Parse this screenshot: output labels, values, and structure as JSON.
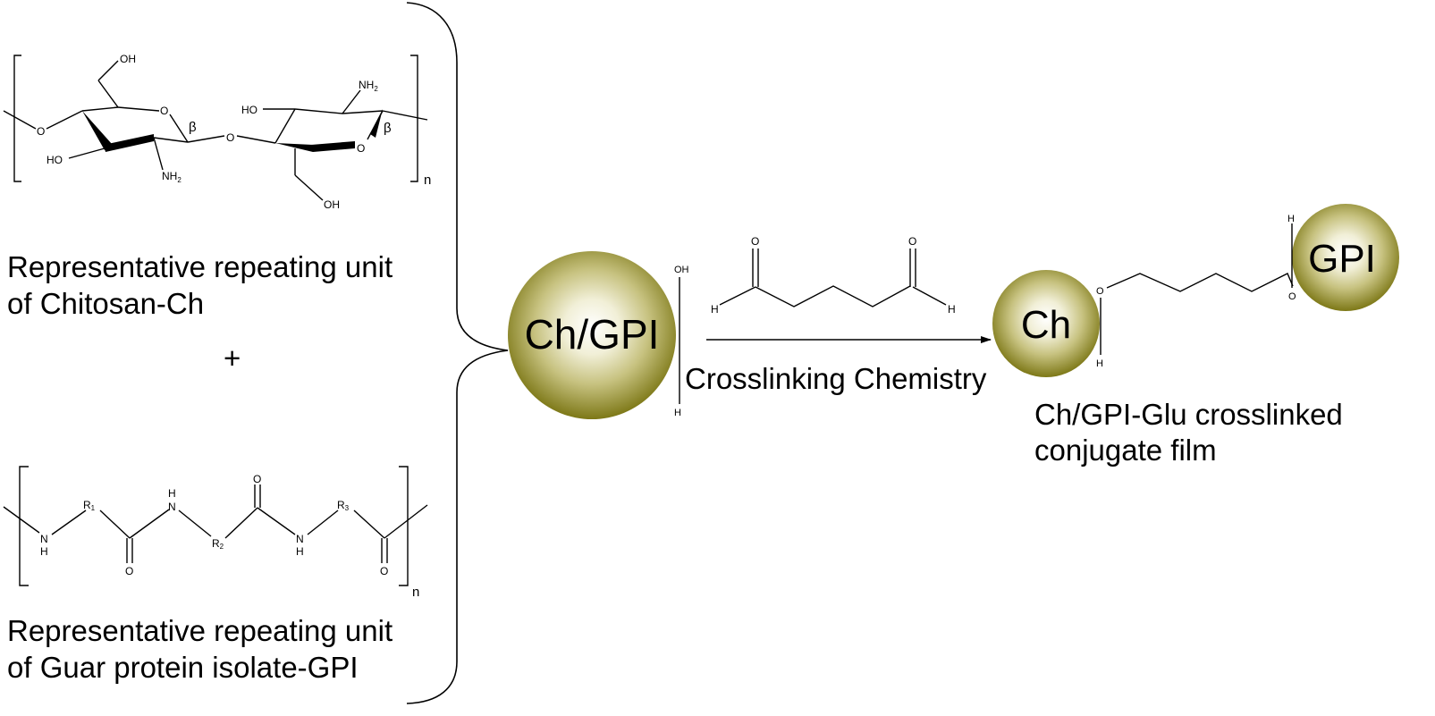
{
  "captions": {
    "chitosan": [
      "Representative repeating unit",
      "of Chitosan-Ch"
    ],
    "plus": "+",
    "gpi": [
      "Representative repeating unit",
      "of Guar protein isolate-GPI"
    ],
    "reaction": "Crosslinking Chemistry",
    "product": [
      "Ch/GPI-Glu crosslinked",
      "conjugate film"
    ]
  },
  "chitosan_structure": {
    "oh_top": "OH",
    "oh_left": "HO",
    "nh2_bottom": "NH2",
    "ring_o_1": "O",
    "link_o_left": "O",
    "beta_1": "β",
    "link_o_mid": "O",
    "ho_right": "HO",
    "nh2_top": "NH2",
    "ring_o_2": "O",
    "beta_2": "β",
    "oh_bottom": "OH",
    "repeat": "n"
  },
  "gpi_structure": {
    "nh_1": "N",
    "h_1": "H",
    "r1": "R1",
    "o_1": "O",
    "h_2": "H",
    "nh_2": "N",
    "r2": "R2",
    "o_2": "O",
    "nh_3": "N",
    "h_3": "H",
    "r3": "R3",
    "o_3": "O",
    "repeat": "n"
  },
  "blend": {
    "label": "Ch/GPI",
    "oh": "OH",
    "h": "H",
    "ball_color": "#8a8520"
  },
  "glutaraldehyde": {
    "o_left": "O",
    "h_left": "H",
    "o_right": "O",
    "h_right": "H"
  },
  "product": {
    "ch_label": "Ch",
    "gpi_label": "GPI",
    "o_left": "O",
    "h_left": "H",
    "o_right": "O",
    "h_right": "H"
  }
}
